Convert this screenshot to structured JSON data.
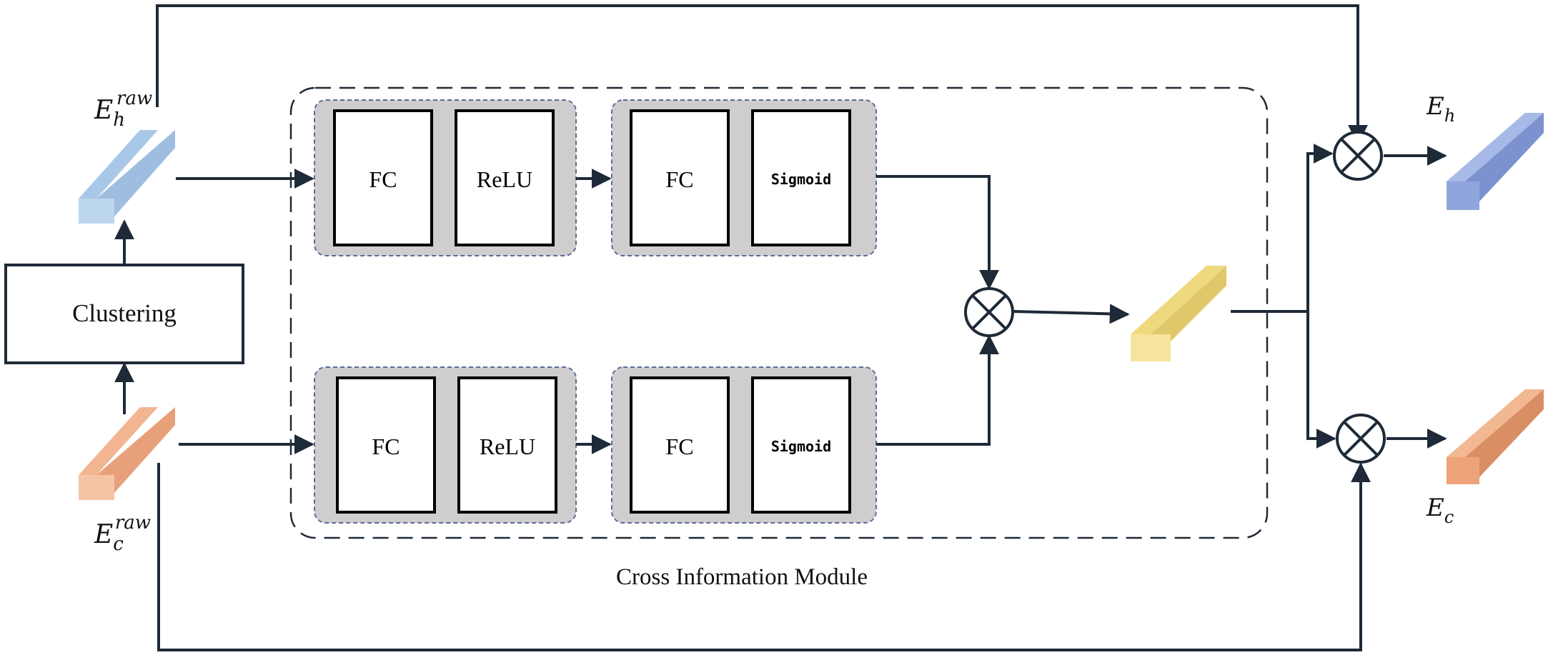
{
  "clustering_label": "Clustering",
  "module_caption": "Cross Information Module",
  "top_branch": {
    "fc1": "FC",
    "relu": "ReLU",
    "fc2": "FC",
    "sigmoid": "Sigmoid"
  },
  "bottom_branch": {
    "fc1": "FC",
    "relu": "ReLU",
    "fc2": "FC",
    "sigmoid": "Sigmoid"
  },
  "inputs": {
    "h": {
      "base": "E",
      "sub": "h",
      "sup": "raw",
      "color": "#bcd6ee"
    },
    "c": {
      "base": "E",
      "sub": "c",
      "sup": "raw",
      "color": "#f6c4a4"
    }
  },
  "outputs": {
    "h": {
      "base": "E",
      "sub": "h",
      "color": "#8fa6dc"
    },
    "c": {
      "base": "E",
      "sub": "c",
      "color": "#eea47a"
    }
  },
  "fused_color": "#f7e49c",
  "colors": {
    "stroke": "#1f2a38",
    "block_fill": "#cfcdcd",
    "block_border": "#5a6b9a"
  }
}
